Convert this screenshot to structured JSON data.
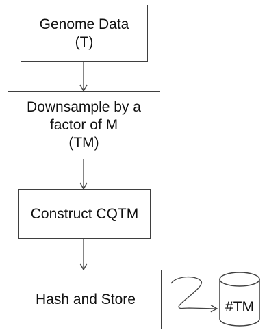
{
  "diagram": {
    "steps": [
      {
        "lines": [
          "Genome Data",
          "(T)"
        ]
      },
      {
        "lines": [
          "Downsample by a",
          "factor of M",
          "(TM)"
        ]
      },
      {
        "lines": [
          "Construct CQTM"
        ]
      },
      {
        "lines": [
          "Hash and Store"
        ]
      }
    ],
    "storage": {
      "label": "#TM"
    }
  }
}
